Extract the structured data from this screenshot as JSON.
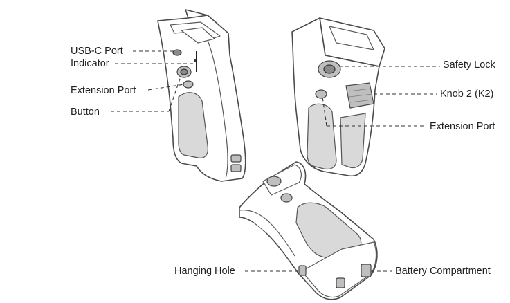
{
  "labels": {
    "usb_c_port": "USB-C Port",
    "indicator": "Indicator",
    "extension_port_left": "Extension Port",
    "button": "Button",
    "safety_lock": "Safety Lock",
    "knob_2": "Knob 2 (K2)",
    "extension_port_right": "Extension Port",
    "hanging_hole": "Hanging Hole",
    "battery_compartment": "Battery Compartment"
  },
  "colors": {
    "line": "#333333",
    "text": "#222222",
    "grip_fill": "#d9d9d9"
  }
}
